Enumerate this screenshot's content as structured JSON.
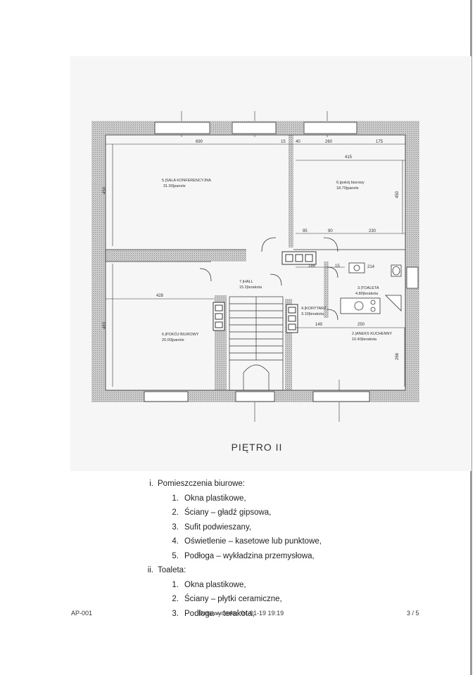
{
  "plan": {
    "title": "PIĘTRO II",
    "rooms": [
      {
        "name": "5.|SALA KONFERENCYJNA",
        "area": "31.00|panele"
      },
      {
        "name": "6.|pokój biurowy",
        "area": "18.70|panele"
      },
      {
        "name": "6.|POKÓJ BIUROWY",
        "area": "20.00|panele"
      },
      {
        "name": "7.|HALL",
        "area": "15.2|terakota"
      },
      {
        "name": "3.|TOALETA",
        "area": "4.80|terakota"
      },
      {
        "name": "4.|KORYTARZ",
        "area": "3.10|terakota"
      },
      {
        "name": "2.|ANEKS KUCHENNY",
        "area": "10.40|terakota"
      }
    ],
    "dimensions": [
      "690",
      "15",
      "40",
      "260",
      "175",
      "415",
      "450",
      "450",
      "95",
      "90",
      "230",
      "185",
      "15",
      "214",
      "428",
      "483",
      "149",
      "250",
      "266"
    ]
  },
  "specs": [
    {
      "marker": "i.",
      "title": "Pomieszczenia biurowe:",
      "items": [
        {
          "num": "1.",
          "text": "Okna plastikowe,"
        },
        {
          "num": "2.",
          "text": "Ściany – gładź gipsowa,"
        },
        {
          "num": "3.",
          "text": "Sufit podwieszany,"
        },
        {
          "num": "4.",
          "text": "Oświetlenie – kasetowe lub punktowe,"
        },
        {
          "num": "5.",
          "text": "Podłoga – wykładzina przemysłowa,"
        }
      ]
    },
    {
      "marker": "ii.",
      "title": "Toaleta:",
      "items": [
        {
          "num": "1.",
          "text": "Okna plastikowe,"
        },
        {
          "num": "2.",
          "text": "Ściany – płytki ceramiczne,"
        },
        {
          "num": "3.",
          "text": "Podłoga – terakota,"
        }
      ]
    }
  ],
  "footer": {
    "doc_id": "AP-001",
    "print_date": "Data wydruku: 04-01-19 19:19",
    "page": "3 / 5"
  }
}
